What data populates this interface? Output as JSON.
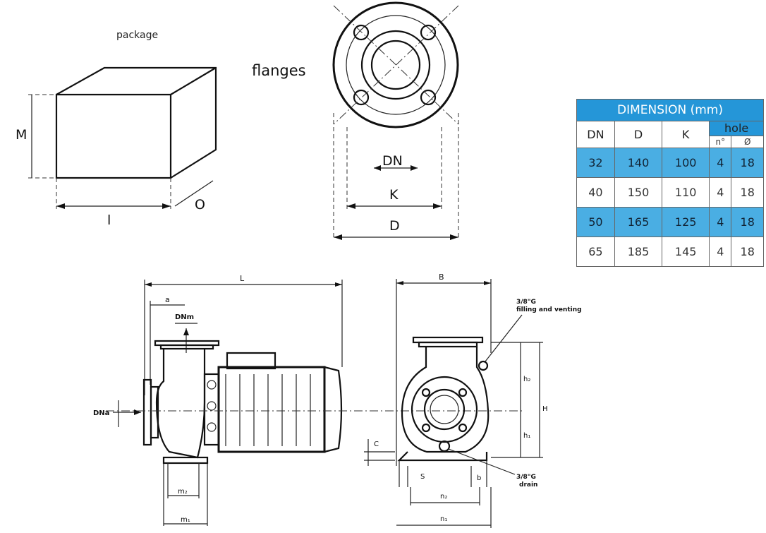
{
  "package": {
    "title": "package",
    "label_m": "M",
    "label_l": "l",
    "label_o": "O"
  },
  "flanges": {
    "title": "flanges",
    "label_dn": "DN",
    "label_k": "K",
    "label_d": "D"
  },
  "table": {
    "title": "DIMENSION (mm)",
    "headers": [
      "DN",
      "D",
      "K"
    ],
    "hole_header": "hole",
    "hole_subheaders": [
      "n°",
      "Ø"
    ],
    "rows": [
      {
        "dn": "32",
        "d": "140",
        "k": "100",
        "n": "4",
        "dia": "18"
      },
      {
        "dn": "40",
        "d": "150",
        "k": "110",
        "n": "4",
        "dia": "18"
      },
      {
        "dn": "50",
        "d": "165",
        "k": "125",
        "n": "4",
        "dia": "18"
      },
      {
        "dn": "65",
        "d": "185",
        "k": "145",
        "n": "4",
        "dia": "18"
      }
    ],
    "highlight_color": "#4aaee3",
    "header_color": "#2596d8"
  },
  "side_view": {
    "label_l": "L",
    "label_a": "a",
    "label_dnm": "DNm",
    "label_dna": "DNa",
    "label_m2": "m₂",
    "label_m1": "m₁"
  },
  "front_view": {
    "label_b": "B",
    "label_fill": "3/8\"G",
    "label_fill2": "filling and venting",
    "label_h2": "h₂",
    "label_h1": "h₁",
    "label_h": "H",
    "label_c": "C",
    "label_s": "S",
    "label_b_small": "b",
    "label_drain": "3/8\"G",
    "label_drain2": "drain",
    "label_n2": "n₂",
    "label_n1": "n₁"
  }
}
